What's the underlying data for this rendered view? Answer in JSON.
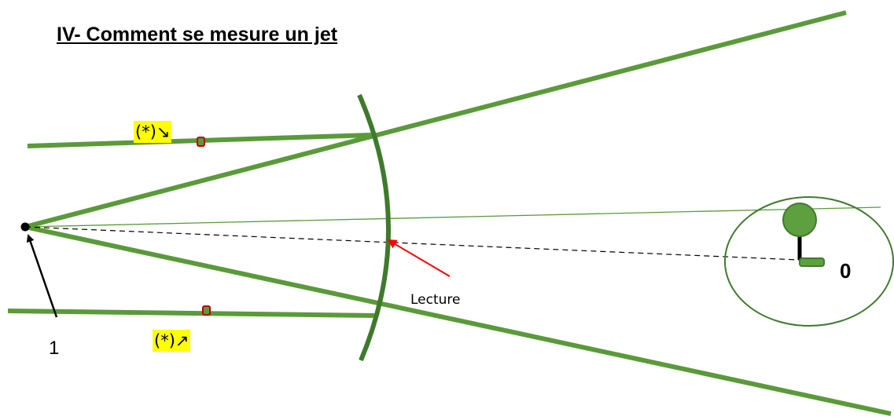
{
  "title": "IV- Comment se mesure un jet",
  "labels": {
    "upper_marker": "(*)↘",
    "lower_marker": "(*)↗",
    "reading": "Lecture",
    "origin": "1",
    "target_value": "0"
  },
  "colors": {
    "line_green": "#5a9a3a",
    "arc_green": "#3f7a2c",
    "target_fill": "#5ea03f",
    "arrow_red": "#ff0000",
    "highlight": "#ffff00",
    "marker_red": "#c00000"
  }
}
